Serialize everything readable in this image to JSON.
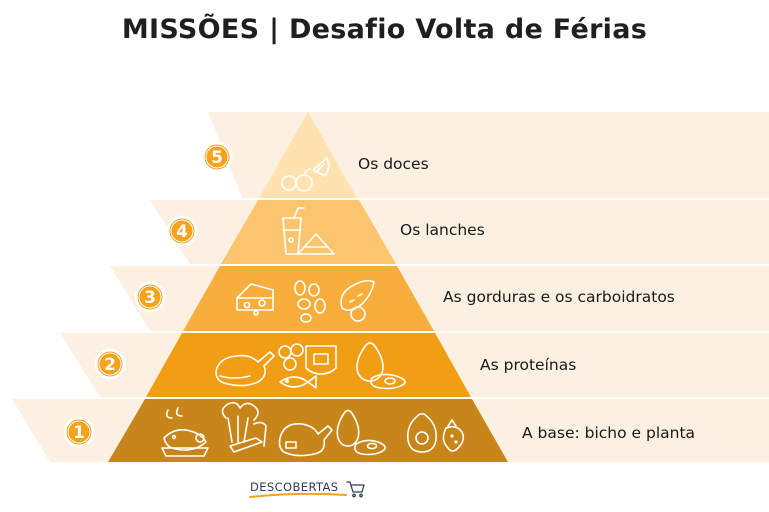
{
  "title": "MISSÕES | Desafio Volta de Férias",
  "levels": [
    {
      "number": "5",
      "label": "Os doces",
      "color": "#FFE2B0",
      "icons": [
        "fruit-icon"
      ]
    },
    {
      "number": "4",
      "label": "Os lanches",
      "color": "#FBC56E",
      "icons": [
        "juice-sandwich-icon"
      ]
    },
    {
      "number": "3",
      "label": "As gorduras e os carboidratos",
      "color": "#F7AE3C",
      "icons": [
        "cheese-icon",
        "nuts-icon",
        "sweet-potato-icon"
      ]
    },
    {
      "number": "2",
      "label": "As proteínas",
      "color": "#F29E15",
      "icons": [
        "chicken-icon",
        "beans-icon",
        "steak-icon",
        "fish-icon",
        "egg-icon"
      ]
    },
    {
      "number": "1",
      "label": "A base: bicho e planta",
      "color": "#C8861A",
      "icons": [
        "fish-basket-icon",
        "vegetables-icon",
        "meat-chicken-icon",
        "egg-icon",
        "avocado-strawberry-icon"
      ]
    }
  ],
  "colors": {
    "band": "#FCF0E2",
    "badge": "#F5A21C",
    "brand_text": "#2C3E5C",
    "brand_underline": "#F5A21C"
  },
  "brand": {
    "text": "DESCOBERTAS",
    "icon": "cart-icon"
  }
}
